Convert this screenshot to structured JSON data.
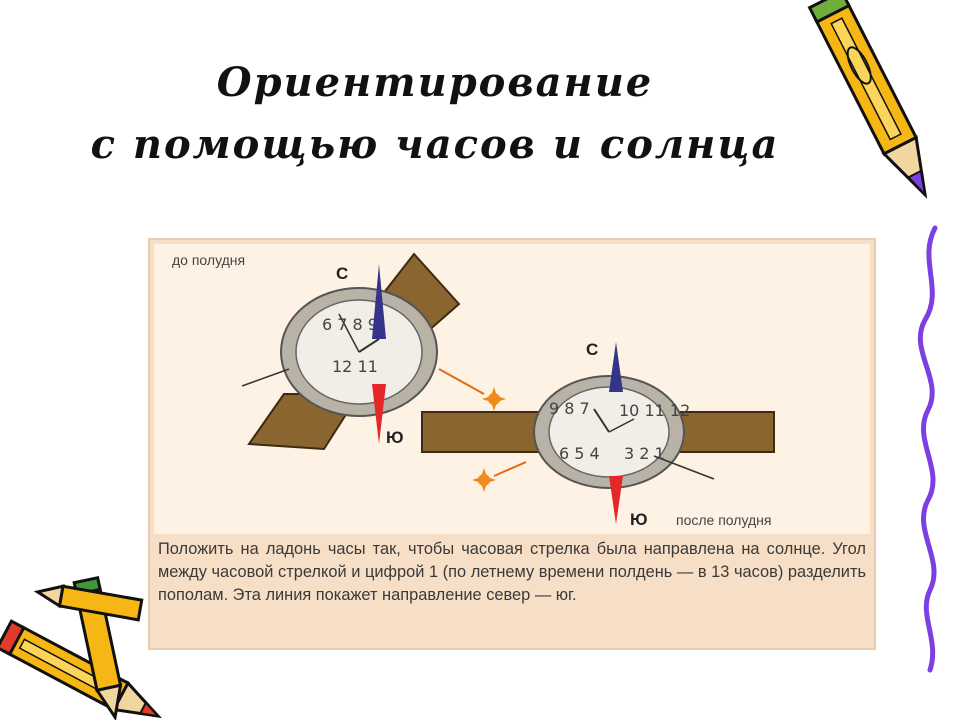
{
  "title": {
    "line1": "Ориентирование",
    "line2": "с помощью часов и солнца"
  },
  "diagram": {
    "label_before_noon": "до полудня",
    "label_after_noon": "после полудня",
    "north_1": "С",
    "south_1": "Ю",
    "north_2": "С",
    "south_2": "Ю"
  },
  "caption": "Положить на ладонь часы так, чтобы часовая стрелка была направлена на солнце. Угол между часовой стрелкой и цифрой 1 (по летнему времени полдень — в 13 часов) разделить пополам. Эта линия покажет направление север — юг.",
  "icons": [
    "pencil-icon",
    "pencil-icon",
    "pencil-icon",
    "sun-icon",
    "compass-needle-icon",
    "watch-icon"
  ],
  "colors": {
    "panel": "#f6dfc6",
    "strap": "#8a6530",
    "needle_north": "#35348a",
    "needle_south": "#e3272b",
    "sun": "#f08a1c",
    "pencil_body": "#f6b614",
    "squiggle": "#7b3fe4"
  }
}
